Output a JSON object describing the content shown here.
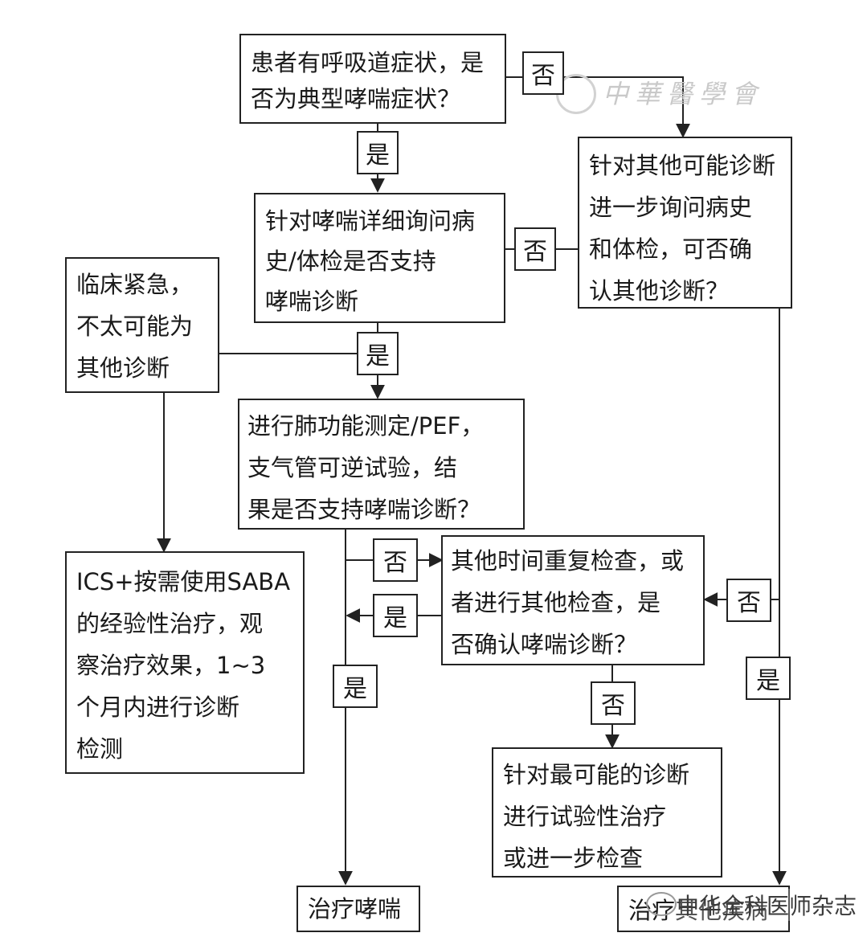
{
  "watermark": {
    "top_text": "中華醫學會",
    "bottom_text": "中华全科医师杂志"
  },
  "nodes": {
    "q_typical": "患者有呼吸道症状，是\n  否为典型哮喘症状？",
    "q_history": "针对哮喘详细询问病\n   史/体检是否支持\n   哮喘诊断",
    "urgent": "临床紧急，\n不太可能为\n其他诊断",
    "q_other_dx": "针对其他可能诊断\n   进一步询问病史\n   和体检，可否确\n   认其他诊断？",
    "q_lung_test": "进行肺功能测定/PEF，\n  支气管可逆试验，结\n  果是否支持哮喘诊断？",
    "q_repeat": "其他时间重复检查，或\n  者进行其他检查，是\n  否确认哮喘诊断？",
    "empirical": "ICS+按需使用SABA\n   的经验性治疗，观\n   察治疗效果，1~3\n   个月内进行诊断\n   检测",
    "trial": "针对最可能的诊断\n   进行试验性治疗\n   或进一步检查",
    "treat_asthma": "治疗哮喘",
    "treat_other": "治疗其他疾病"
  },
  "labels": {
    "no_top": "否",
    "yes_1": "是",
    "no_mid": "否",
    "yes_2": "是",
    "no_lung": "否",
    "yes_repeat": "是",
    "yes_lung": "是",
    "no_right": "否",
    "yes_right": "是",
    "no_repeat": "否"
  }
}
